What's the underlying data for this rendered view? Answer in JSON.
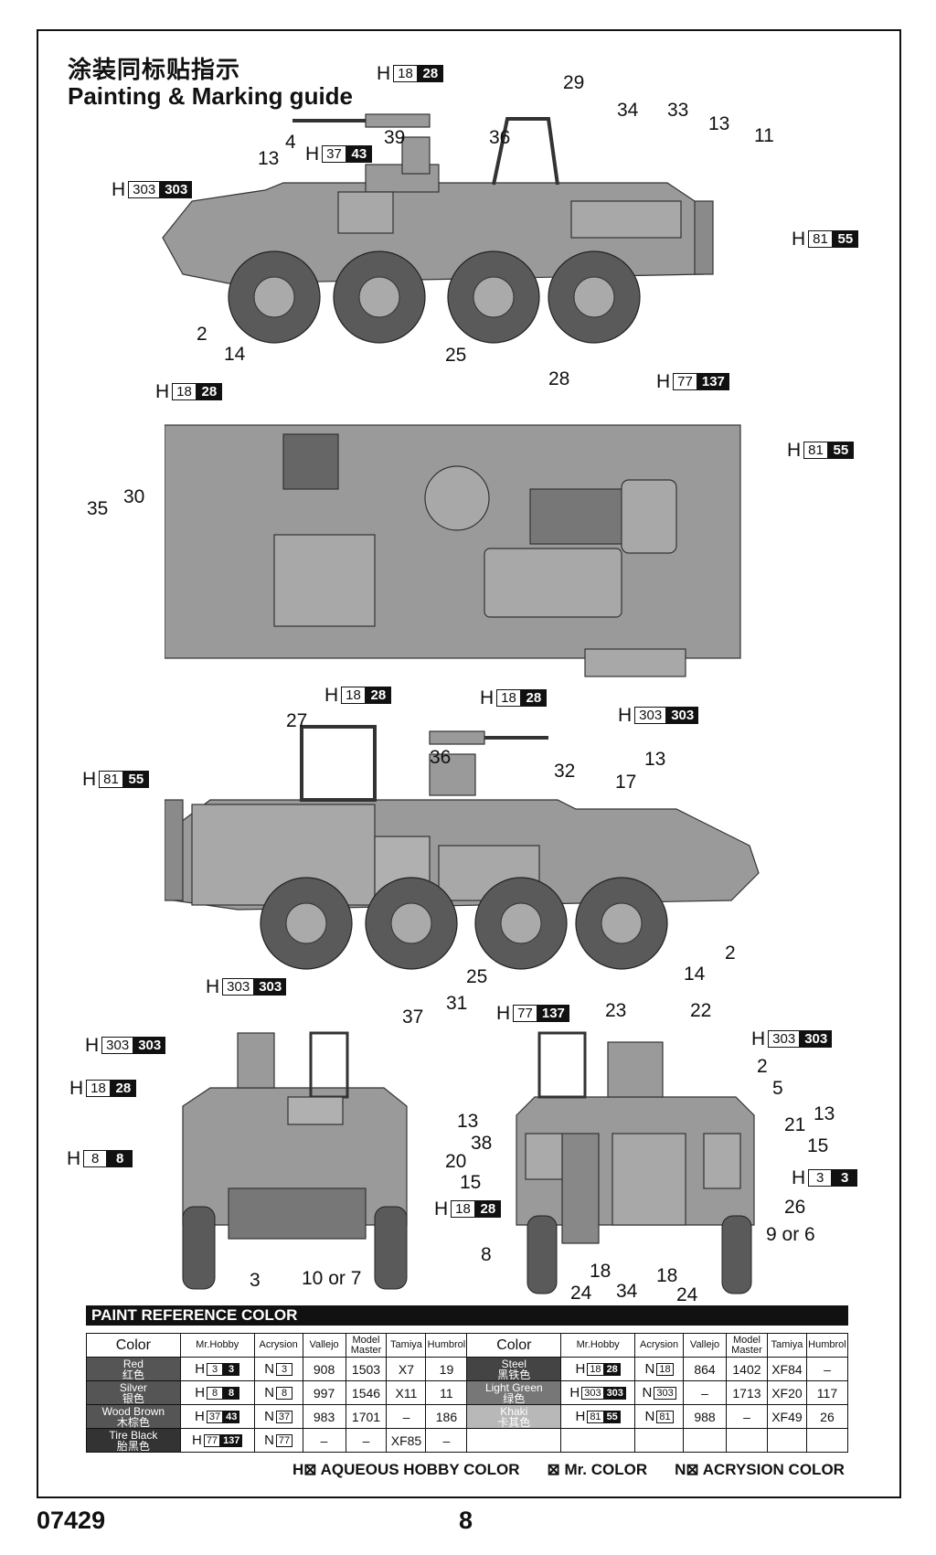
{
  "header": {
    "title_cn": "涂装同标贴指示",
    "title_en": "Painting & Marking guide"
  },
  "codes": {
    "side_top_1": {
      "h": "H",
      "w": "18",
      "b": "28"
    },
    "side_top_2": {
      "h": "H",
      "w": "37",
      "b": "43"
    },
    "side_top_3": {
      "h": "H",
      "w": "303",
      "b": "303"
    },
    "side_top_4": {
      "h": "H",
      "w": "81",
      "b": "55"
    },
    "side_top_5": {
      "h": "H",
      "w": "77",
      "b": "137"
    },
    "plan_1": {
      "h": "H",
      "w": "18",
      "b": "28"
    },
    "plan_2": {
      "h": "H",
      "w": "81",
      "b": "55"
    },
    "plan_3": {
      "h": "H",
      "w": "303",
      "b": "303"
    },
    "side2_1": {
      "h": "H",
      "w": "18",
      "b": "28"
    },
    "side2_2": {
      "h": "H",
      "w": "18",
      "b": "28"
    },
    "side2_3": {
      "h": "H",
      "w": "81",
      "b": "55"
    },
    "side2_4": {
      "h": "H",
      "w": "303",
      "b": "303"
    },
    "side2_5": {
      "h": "H",
      "w": "77",
      "b": "137"
    },
    "front_1": {
      "h": "H",
      "w": "303",
      "b": "303"
    },
    "front_2": {
      "h": "H",
      "w": "18",
      "b": "28"
    },
    "front_3": {
      "h": "H",
      "w": "8",
      "b": "8"
    },
    "rear_1": {
      "h": "H",
      "w": "303",
      "b": "303"
    },
    "rear_2": {
      "h": "H",
      "w": "3",
      "b": "3"
    },
    "rear_3": {
      "h": "H",
      "w": "18",
      "b": "28"
    }
  },
  "callouts": {
    "c29": "29",
    "c34": "34",
    "c33": "33",
    "c13a": "13",
    "c11": "11",
    "c4": "4",
    "c39": "39",
    "c36a": "36",
    "c13b": "13",
    "c2a": "2",
    "c14a": "14",
    "c25a": "25",
    "c28": "28",
    "c30": "30",
    "c35": "35",
    "c27": "27",
    "c36b": "36",
    "c32": "32",
    "c17": "17",
    "c13c": "13",
    "c25b": "25",
    "c31": "31",
    "c37": "37",
    "c14b": "14",
    "c2b": "2",
    "c3": "3",
    "c10or7": "10 or 7",
    "c23": "23",
    "c22": "22",
    "c2c": "2",
    "c5": "5",
    "c13d": "13",
    "c13e": "13",
    "c21": "21",
    "c15a": "15",
    "c38": "38",
    "c20": "20",
    "c15b": "15",
    "c26": "26",
    "c9or6": "9 or 6",
    "c8": "8",
    "c18a": "18",
    "c18b": "18",
    "c24a": "24",
    "c34b": "34",
    "c24b": "24"
  },
  "ref": {
    "title": "PAINT  REFERENCE COLOR",
    "headers": [
      "Color",
      "Mr.Hobby",
      "Acrysion",
      "Vallejo",
      "Model Master",
      "Tamiya",
      "Humbrol"
    ],
    "left": [
      {
        "en": "Red",
        "cn": "红色",
        "color": "#555555",
        "h": "3",
        "hb": "3",
        "n": "3",
        "vallejo": "908",
        "mm": "1503",
        "tamiya": "X7",
        "humbrol": "19"
      },
      {
        "en": "Silver",
        "cn": "银色",
        "color": "#555555",
        "h": "8",
        "hb": "8",
        "n": "8",
        "vallejo": "997",
        "mm": "1546",
        "tamiya": "X11",
        "humbrol": "11"
      },
      {
        "en": "Wood Brown",
        "cn": "木棕色",
        "color": "#555555",
        "h": "37",
        "hb": "43",
        "n": "37",
        "vallejo": "983",
        "mm": "1701",
        "tamiya": "–",
        "humbrol": "186"
      },
      {
        "en": "Tire Black",
        "cn": "胎黑色",
        "color": "#333333",
        "h": "77",
        "hb": "137",
        "n": "77",
        "vallejo": "–",
        "mm": "–",
        "tamiya": "XF85",
        "humbrol": "–"
      }
    ],
    "right": [
      {
        "en": "Steel",
        "cn": "黑铁色",
        "color": "#444444",
        "h": "18",
        "hb": "28",
        "n": "18",
        "vallejo": "864",
        "mm": "1402",
        "tamiya": "XF84",
        "humbrol": "–"
      },
      {
        "en": "Light Green",
        "cn": "绿色",
        "color": "#777777",
        "h": "303",
        "hb": "303",
        "n": "303",
        "vallejo": "–",
        "mm": "1713",
        "tamiya": "XF20",
        "humbrol": "117"
      },
      {
        "en": "Khaki",
        "cn": "卡其色",
        "color": "#b8b8b8",
        "h": "81",
        "hb": "55",
        "n": "81",
        "vallejo": "988",
        "mm": "–",
        "tamiya": "XF49",
        "humbrol": "26"
      }
    ],
    "prefix_h": "H",
    "prefix_n": "N"
  },
  "legend": {
    "aqueous": "H⊠ AQUEOUS HOBBY COLOR",
    "mr": "⊠ Mr. COLOR",
    "acrysion": "N⊠ ACRYSION COLOR"
  },
  "footer": {
    "code": "07429",
    "page": "8"
  }
}
